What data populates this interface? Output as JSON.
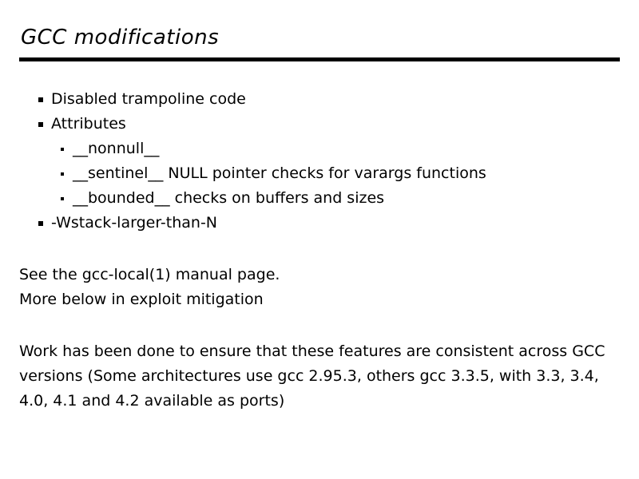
{
  "slide": {
    "title": "GCC modifications",
    "bullets": [
      {
        "level": 1,
        "text": "Disabled trampoline code"
      },
      {
        "level": 1,
        "text": "Attributes"
      },
      {
        "level": 2,
        "text": "__nonnull__"
      },
      {
        "level": 2,
        "text": "__sentinel__ NULL pointer checks for varargs functions"
      },
      {
        "level": 2,
        "text": "__bounded__ checks on buffers and sizes"
      },
      {
        "level": 1,
        "text": "-Wstack-larger-than-N"
      }
    ],
    "paragraphs": [
      "See the gcc-local(1) manual page.",
      "More below in exploit mitigation",
      "Work has been done to ensure that these features are consistent across GCC versions (Some architectures use gcc 2.95.3, others gcc 3.3.5, with 3.3, 3.4, 4.0, 4.1 and 4.2 available as ports)"
    ]
  }
}
